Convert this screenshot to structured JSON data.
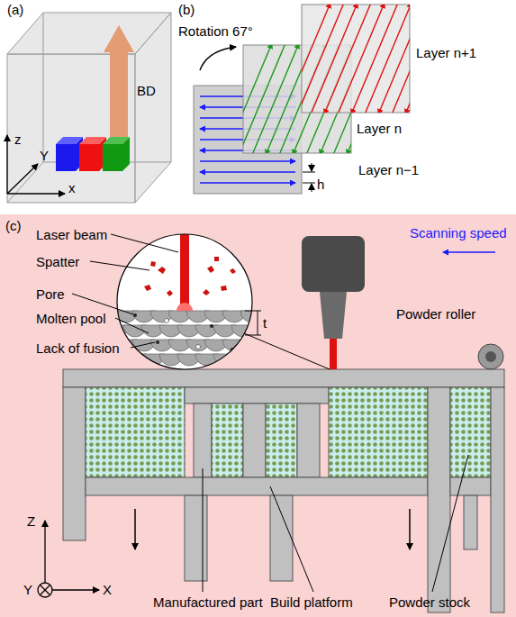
{
  "diagram": {
    "labels": [
      "(a)",
      "BD",
      "z",
      "Y",
      "x",
      "(b)",
      "Rotation 67°",
      "Layer n+1",
      "Layer n",
      "Layer n−1",
      "h",
      "(c)",
      "Laser beam",
      "Spatter",
      "Pore",
      "Molten pool",
      "Lack of fusion",
      "t",
      "Scanning speed",
      "Powder roller",
      "Z",
      "Y",
      "X",
      "Manufactured part",
      "Build platform",
      "Powder stock"
    ]
  }
}
